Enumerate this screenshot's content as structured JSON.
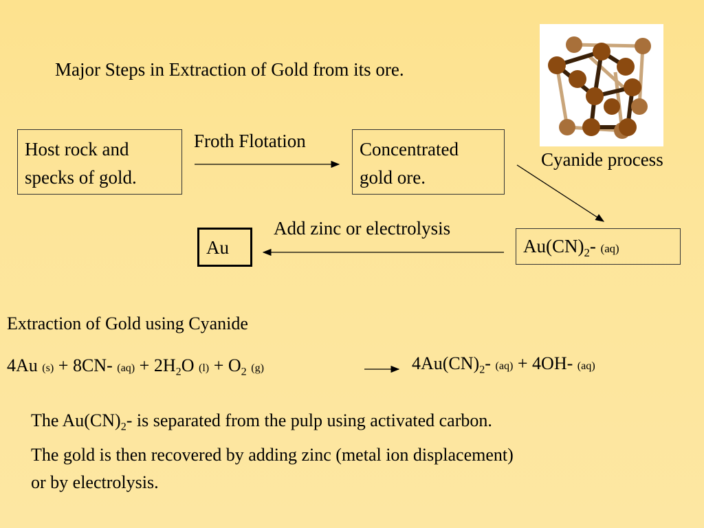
{
  "title": "Major Steps in Extraction of Gold from its ore.",
  "flow": {
    "box1": {
      "line1": "Host rock and",
      "line2": "specks of gold."
    },
    "froth": "Froth Flotation",
    "box2": {
      "line1": "Concentrated",
      "line2": "gold ore."
    },
    "cyanide": "Cyanide process",
    "box3": {
      "main": "Au(CN)",
      "sub": "2",
      "charge": "-",
      "state": "(aq)"
    },
    "add_zinc": "Add zinc or electrolysis",
    "au": "Au"
  },
  "section_heading": "Extraction of Gold using Cyanide",
  "equation": {
    "l1": "4Au",
    "l1s": "(s)",
    "l2": "+ 8CN-",
    "l2s": "(aq)",
    "l3": "+ 2H",
    "l3sub": "2",
    "l3b": "O",
    "l3s": "(l)",
    "l4": "+ O",
    "l4sub": "2",
    "l4s": "(g)",
    "r1": "4Au(CN)",
    "r1sub": "2",
    "r1b": "-",
    "r1s": "(aq)",
    "r2": "+ 4OH-",
    "r2s": "(aq)"
  },
  "paragraph": {
    "line1a": "The Au(CN)",
    "line1sub": "2",
    "line1b": "- is separated from the pulp using activated carbon.",
    "line2": "The gold is then recovered by adding zinc (metal ion displacement)",
    "line3": "or by electrolysis."
  },
  "colors": {
    "background": "#fde28e",
    "atom": "#8b4a10",
    "bond": "#3a2008"
  }
}
